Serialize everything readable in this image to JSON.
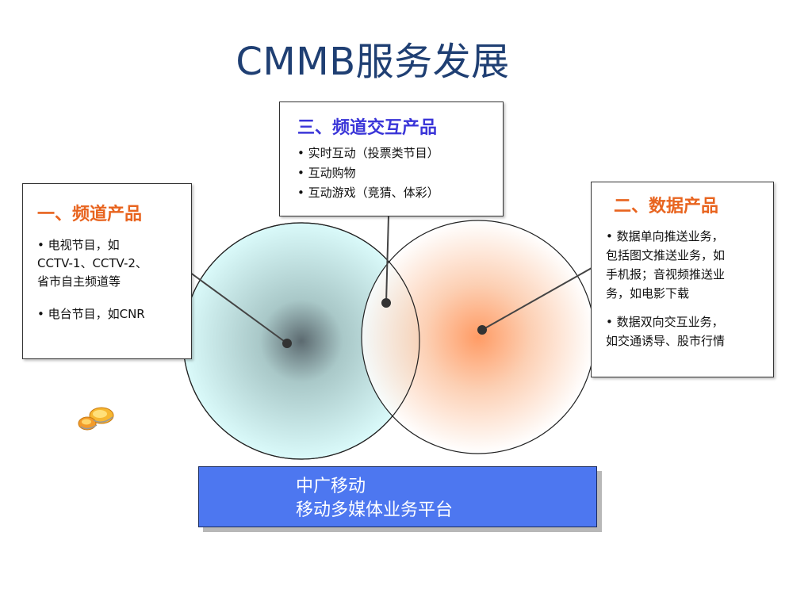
{
  "title": "CMMB服务发展",
  "interactive_box": {
    "title": "三、频道交互产品",
    "items": [
      "• 实时互动（投票类节目）",
      "• 互动购物",
      "• 互动游戏（竞猜、体彩）"
    ]
  },
  "channel_box": {
    "title": "一、频道产品",
    "item1_line1": "• 电视节目，如",
    "item1_line2": "CCTV-1、CCTV-2、",
    "item1_line3": "省市自主频道等",
    "item2": "• 电台节目，如CNR"
  },
  "data_box": {
    "title": "二、数据产品",
    "item1_line1": "• 数据单向推送业务，",
    "item1_line2": "包括图文推送业务，如",
    "item1_line3": "手机报；音视频推送业",
    "item1_line4": "务，如电影下载",
    "item2_line1": "• 数据双向交互业务，",
    "item2_line2": "如交通诱导、股市行情"
  },
  "platform": {
    "line1": "中广移动",
    "line2": "移动多媒体业务平台"
  },
  "colors": {
    "title": "#1f3f73",
    "interactive_title": "#3a35d8",
    "product_title": "#e8641f",
    "platform_bg": "#4d77f0",
    "left_circle_edge": "#dafafa",
    "left_circle_center": "#5c6a70",
    "right_circle_center": "#ff8a4a"
  }
}
